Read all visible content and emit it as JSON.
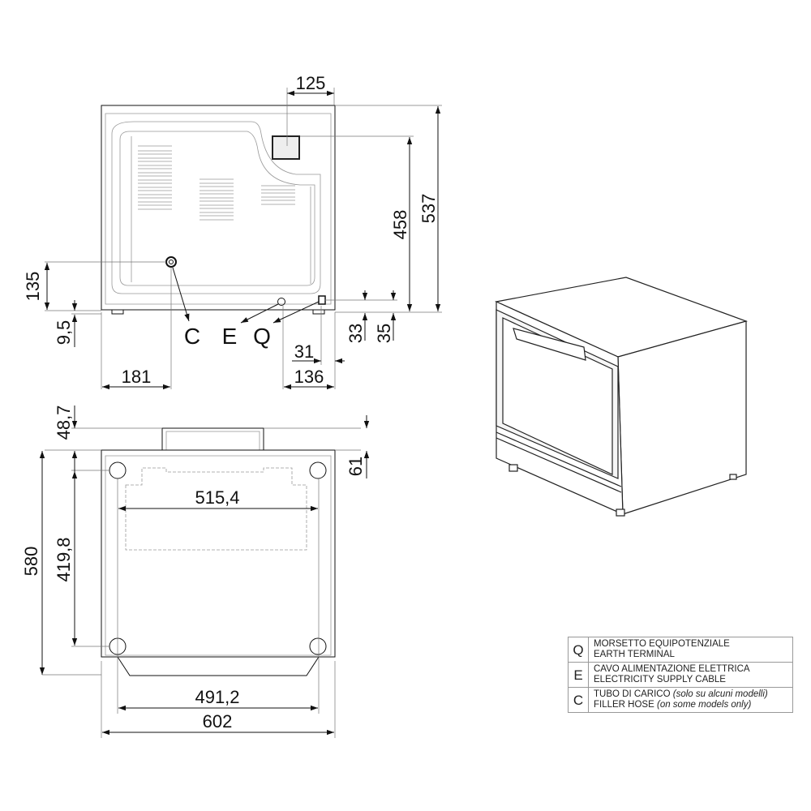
{
  "dimensions": {
    "d125": "125",
    "d537": "537",
    "d458": "458",
    "d135": "135",
    "d9_5": "9,5",
    "d33": "33",
    "d35": "35",
    "d31": "31",
    "d136": "136",
    "d181": "181",
    "d48_7": "48,7",
    "d61": "61",
    "d515_4": "515,4",
    "d580": "580",
    "d419_8": "419,8",
    "d491_2": "491,2",
    "d602": "602"
  },
  "callouts": {
    "c": "C",
    "e": "E",
    "q": "Q"
  },
  "legend": [
    {
      "key": "Q",
      "line1": "MORSETTO EQUIPOTENZIALE",
      "line1_note": "",
      "line2": "EARTH TERMINAL",
      "line2_note": ""
    },
    {
      "key": "E",
      "line1": "CAVO ALIMENTAZIONE ELETTRICA",
      "line1_note": "",
      "line2": "ELECTRICITY SUPPLY CABLE",
      "line2_note": ""
    },
    {
      "key": "C",
      "line1": "TUBO DI CARICO",
      "line1_note": "(solo su alcuni modelli)",
      "line2": "FILLER HOSE",
      "line2_note": "(on some models only)"
    }
  ]
}
